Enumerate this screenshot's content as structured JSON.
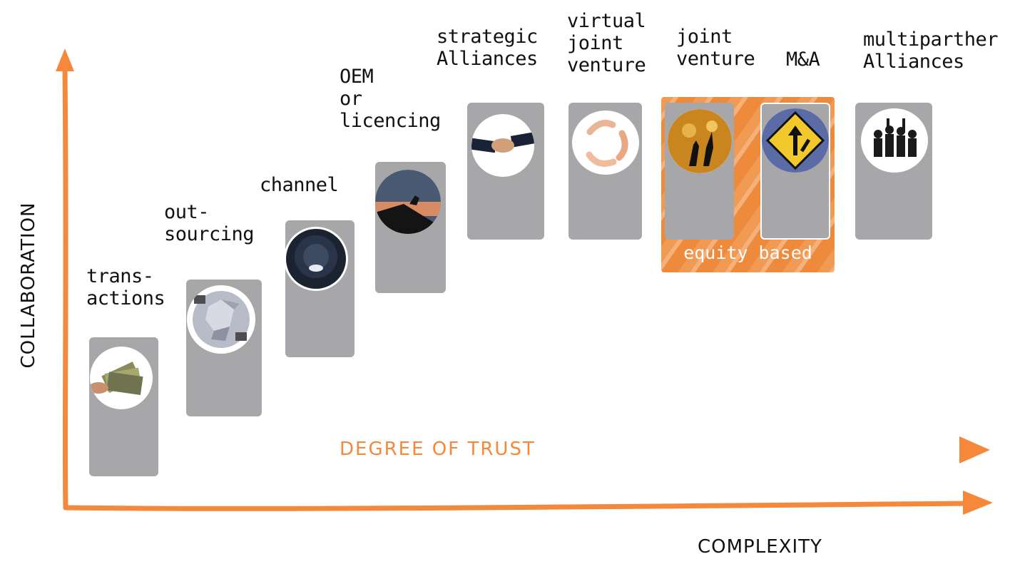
{
  "axes": {
    "y_label": "COLLABORATION",
    "x_label": "COMPLEXITY",
    "trust_label": "DEGREE OF TRUST",
    "accent_color": "#f5883a"
  },
  "stages": [
    {
      "id": "transactions",
      "label": "trans-\nactions",
      "icon": "money-hand-icon"
    },
    {
      "id": "outsourcing",
      "label": "out-\nsourcing",
      "icon": "crystal-sphere-icon"
    },
    {
      "id": "channel",
      "label": "channel",
      "icon": "tunnel-icon"
    },
    {
      "id": "oem",
      "label": "OEM\nor\nlicencing",
      "icon": "climber-icon"
    },
    {
      "id": "strategic",
      "label": "strategic\nAlliances",
      "icon": "handshake-icon"
    },
    {
      "id": "virtual-jv",
      "label": "virtual\njoint\nventure",
      "icon": "circle-hands-icon"
    },
    {
      "id": "joint-venture",
      "label": "joint\nventure",
      "icon": "silhouette-pair-icon"
    },
    {
      "id": "m-and-a",
      "label": "M&A",
      "icon": "merge-sign-icon"
    },
    {
      "id": "multipartner",
      "label": "multiparther\nAlliances",
      "icon": "group-silhouette-icon"
    }
  ],
  "equity": {
    "label": "equity based"
  }
}
